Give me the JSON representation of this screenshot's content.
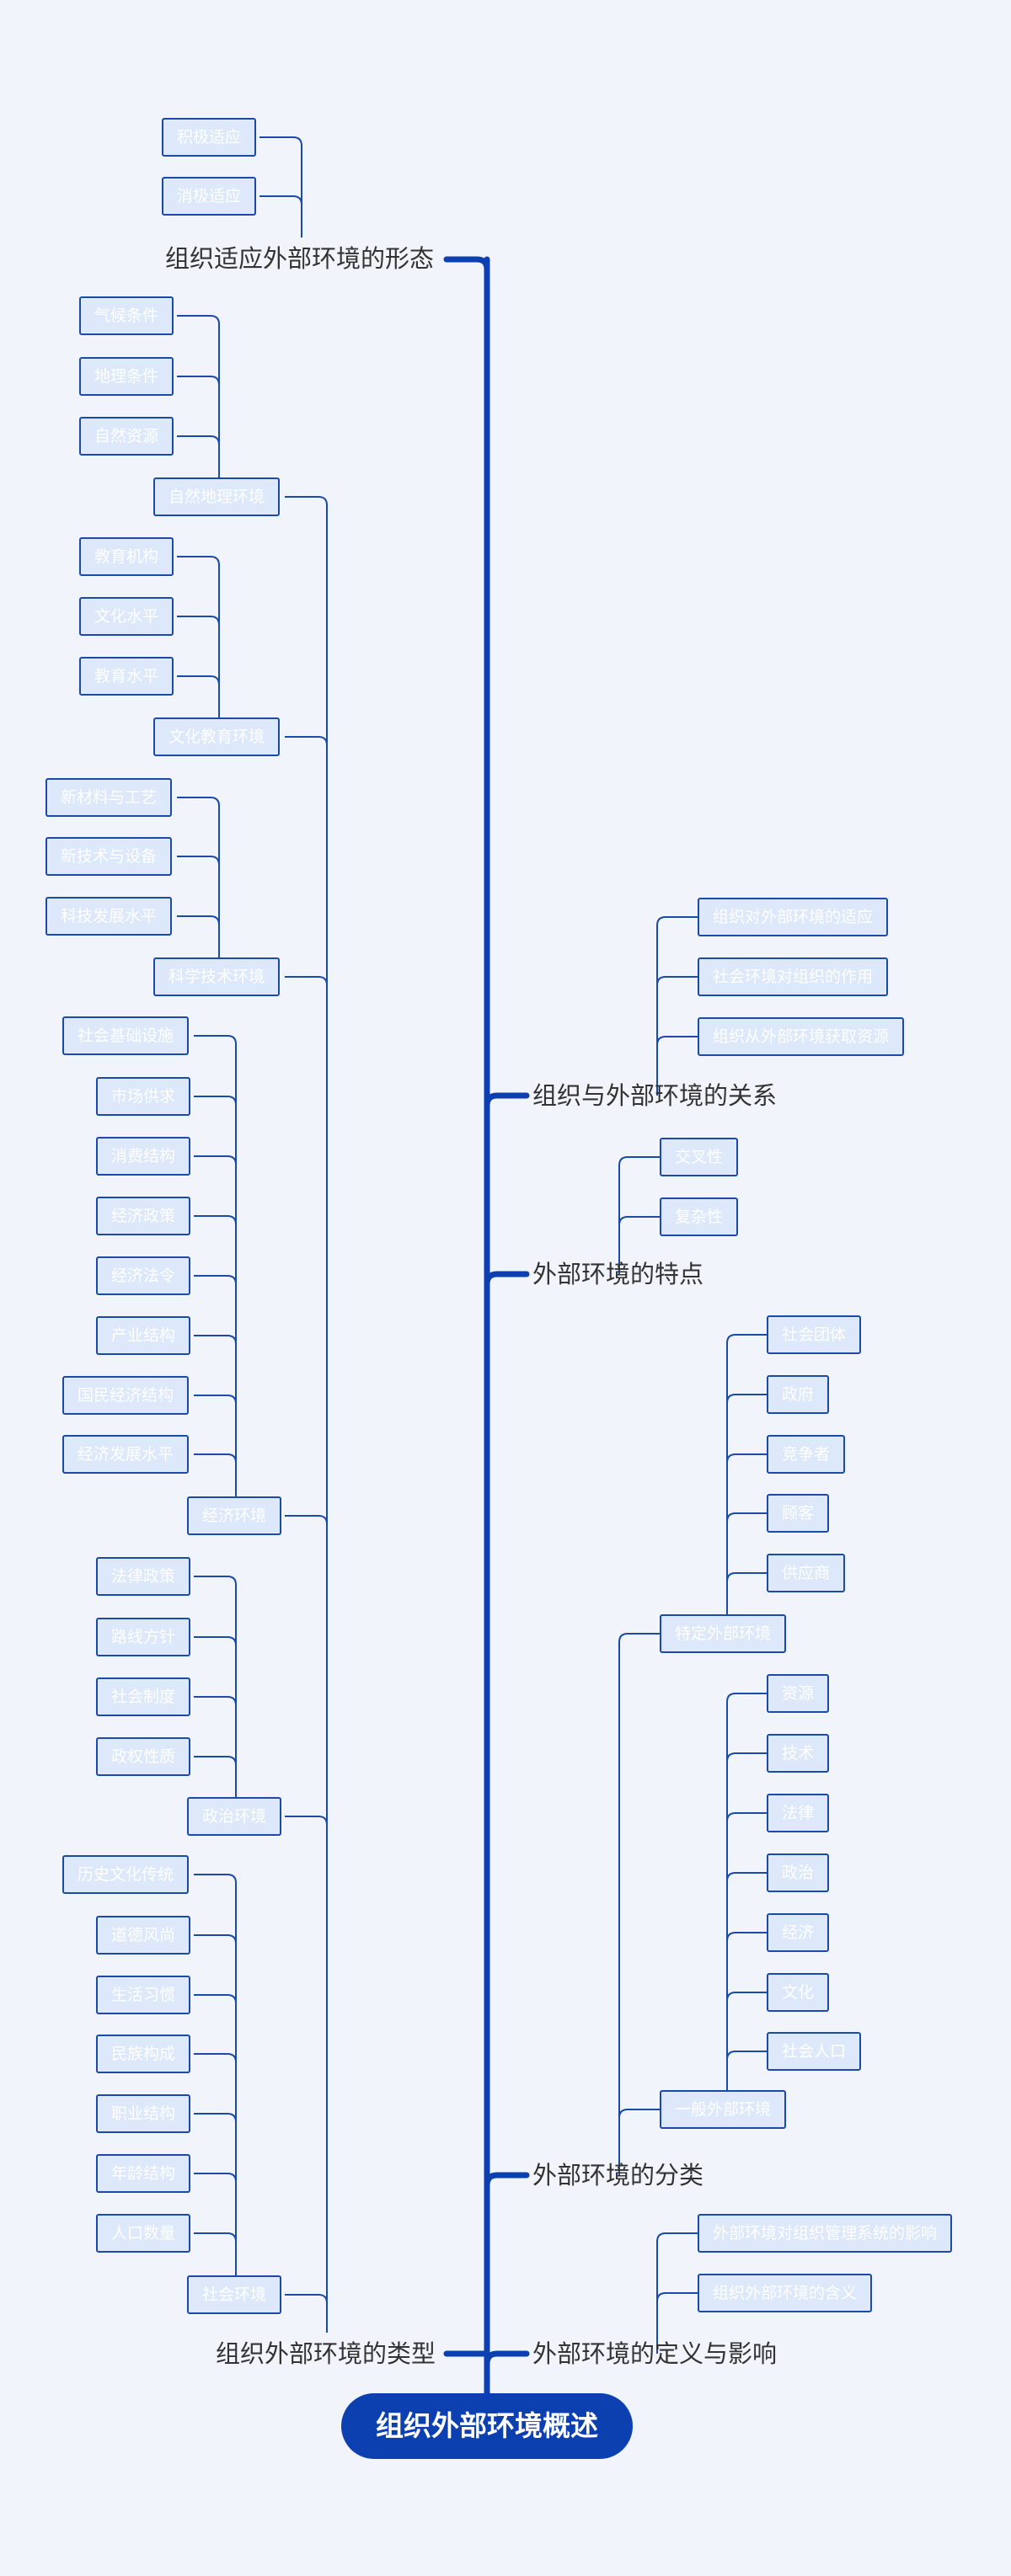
{
  "root": "组织外部环境概述",
  "branches": {
    "adapt": "组织适应外部环境的形态",
    "types": "组织外部环境的类型",
    "relation": "组织与外部环境的关系",
    "traits": "外部环境的特点",
    "classes": "外部环境的分类",
    "definition": "外部环境的定义与影响"
  },
  "adapt_items": [
    "积极适应",
    "消极适应"
  ],
  "types": {
    "natural": {
      "label": "自然地理环境",
      "items": [
        "气候条件",
        "地理条件",
        "自然资源"
      ]
    },
    "culture": {
      "label": "文化教育环境",
      "items": [
        "教育机构",
        "文化水平",
        "教育水平"
      ]
    },
    "tech": {
      "label": "科学技术环境",
      "items": [
        "新材料与工艺",
        "新技术与设备",
        "科技发展水平"
      ]
    },
    "economy": {
      "label": "经济环境",
      "items": [
        "社会基础设施",
        "市场供求",
        "消费结构",
        "经济政策",
        "经济法令",
        "产业结构",
        "国民经济结构",
        "经济发展水平"
      ]
    },
    "politics": {
      "label": "政治环境",
      "items": [
        "法律政策",
        "路线方针",
        "社会制度",
        "政权性质"
      ]
    },
    "society": {
      "label": "社会环境",
      "items": [
        "历史文化传统",
        "道德风尚",
        "生活习惯",
        "民族构成",
        "职业结构",
        "年龄结构",
        "人口数量"
      ]
    }
  },
  "relation_items": [
    "组织对外部环境的适应",
    "社会环境对组织的作用",
    "组织从外部环境获取资源"
  ],
  "trait_items": [
    "交叉性",
    "复杂性"
  ],
  "classes": {
    "specific": {
      "label": "特定外部环境",
      "items": [
        "社会团体",
        "政府",
        "竞争者",
        "顾客",
        "供应商"
      ]
    },
    "general": {
      "label": "一般外部环境",
      "items": [
        "资源",
        "技术",
        "法律",
        "政治",
        "经济",
        "文化",
        "社会人口"
      ]
    }
  },
  "definition_items": [
    "外部环境对组织管理系统的影响",
    "组织外部环境的含义"
  ],
  "colors": {
    "trunk": "#0c3fb0",
    "connector": "#1b4aa8",
    "node_fill": "#dde8fb",
    "background": "#f1f4fb"
  }
}
